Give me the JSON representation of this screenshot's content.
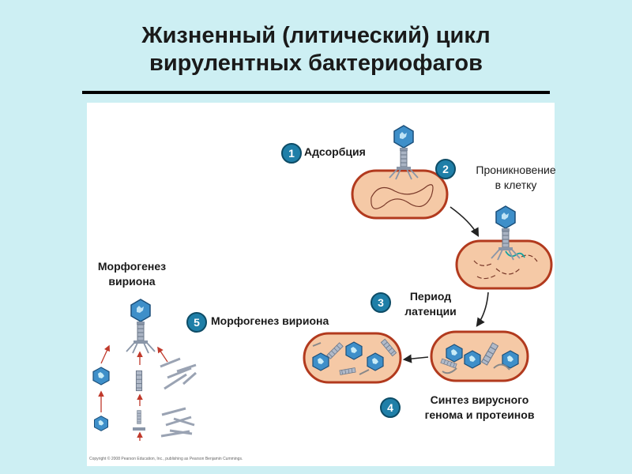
{
  "title": {
    "line1": "Жизненный (литический) цикл",
    "line2": "вирулентных бактериофагов"
  },
  "steps": [
    {
      "number": "1",
      "label": "Адсорбция"
    },
    {
      "number": "2",
      "label_line1": "Проникновение",
      "label_line2": "в клетку"
    },
    {
      "number": "3",
      "label_line1": "Период",
      "label_line2": "латенции"
    },
    {
      "number": "4",
      "label_line1": "Синтез вирусного",
      "label_line2": "генома и протеинов"
    },
    {
      "number": "5",
      "label": "Морфогенез вириона"
    }
  ],
  "side_label": {
    "line1": "Морфогенез",
    "line2": "вириона"
  },
  "copyright": "Copyright © 2008 Pearson Education, Inc., publishing as Pearson Benjamin Cummings.",
  "colors": {
    "background": "#cdeff3",
    "cell_fill": "#f5c9a6",
    "cell_border": "#b23a1e",
    "badge": "#1f7fa8",
    "capsid": "#3e8fc9",
    "arrow_red": "#c0392b"
  }
}
